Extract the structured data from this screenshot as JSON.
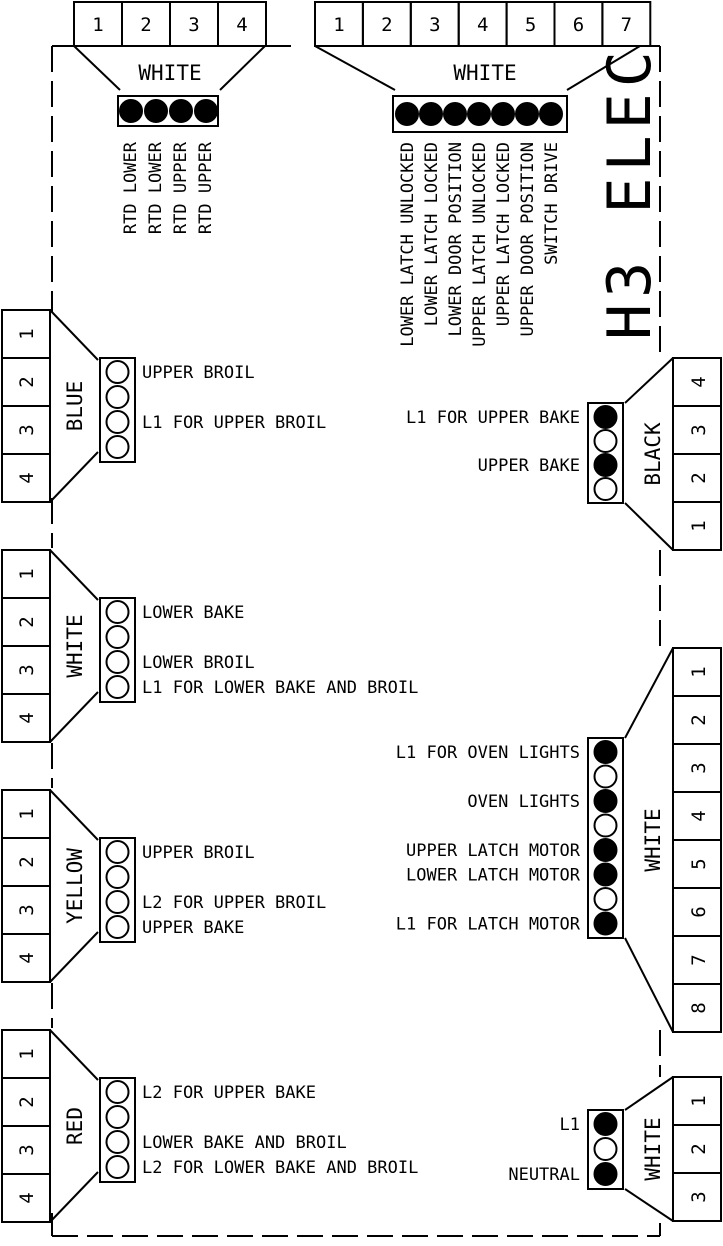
{
  "title": "H3 ELEC",
  "top_left": {
    "color": "WHITE",
    "pins": [
      "1",
      "2",
      "3",
      "4"
    ],
    "filled": [
      true,
      true,
      true,
      true
    ],
    "labels": [
      "RTD LOWER",
      "RTD LOWER",
      "RTD UPPER",
      "RTD UPPER"
    ]
  },
  "top_right": {
    "color": "WHITE",
    "pins": [
      "1",
      "2",
      "3",
      "4",
      "5",
      "6",
      "7"
    ],
    "filled": [
      true,
      true,
      true,
      true,
      true,
      true,
      true
    ],
    "labels": [
      "LOWER LATCH UNLOCKED",
      "LOWER LATCH LOCKED",
      "LOWER DOOR POSITION",
      "UPPER LATCH UNLOCKED",
      "UPPER LATCH LOCKED",
      "UPPER DOOR POSITION",
      "SWITCH DRIVE"
    ]
  },
  "blue": {
    "color": "BLUE",
    "pins": [
      "1",
      "2",
      "3",
      "4"
    ],
    "filled": [
      false,
      false,
      false,
      false
    ],
    "labels": [
      "UPPER BROIL",
      "",
      "L1 FOR UPPER BROIL",
      ""
    ]
  },
  "white_left": {
    "color": "WHITE",
    "pins": [
      "1",
      "2",
      "3",
      "4"
    ],
    "filled": [
      false,
      false,
      false,
      false
    ],
    "labels": [
      "LOWER BAKE",
      "",
      "LOWER BROIL",
      "L1 FOR LOWER BAKE AND BROIL"
    ]
  },
  "yellow": {
    "color": "YELLOW",
    "pins": [
      "1",
      "2",
      "3",
      "4"
    ],
    "filled": [
      false,
      false,
      false,
      false
    ],
    "labels": [
      "UPPER BROIL",
      "",
      "L2 FOR UPPER BROIL",
      "UPPER BAKE"
    ]
  },
  "red": {
    "color": "RED",
    "pins": [
      "1",
      "2",
      "3",
      "4"
    ],
    "filled": [
      false,
      false,
      false,
      false
    ],
    "labels": [
      "L2 FOR UPPER BAKE",
      "",
      "LOWER BAKE AND BROIL",
      "L2 FOR LOWER BAKE AND BROIL"
    ]
  },
  "black": {
    "color": "BLACK",
    "pins": [
      "4",
      "3",
      "2",
      "1"
    ],
    "filled": [
      true,
      false,
      true,
      false
    ],
    "labels": [
      "L1 FOR UPPER BAKE",
      "",
      "UPPER BAKE",
      ""
    ]
  },
  "white_right": {
    "color": "WHITE",
    "pins": [
      "1",
      "2",
      "3",
      "4",
      "5",
      "6",
      "7",
      "8"
    ],
    "filled": [
      true,
      false,
      true,
      false,
      true,
      true,
      false,
      true
    ],
    "labels": [
      "L1 FOR OVEN LIGHTS",
      "",
      "OVEN LIGHTS",
      "",
      "UPPER LATCH MOTOR",
      "LOWER LATCH MOTOR",
      "",
      "L1 FOR LATCH MOTOR"
    ]
  },
  "white_bottom": {
    "color": "WHITE",
    "pins": [
      "1",
      "2",
      "3"
    ],
    "filled": [
      true,
      false,
      true
    ],
    "labels": [
      "L1",
      "",
      "NEUTRAL"
    ]
  }
}
